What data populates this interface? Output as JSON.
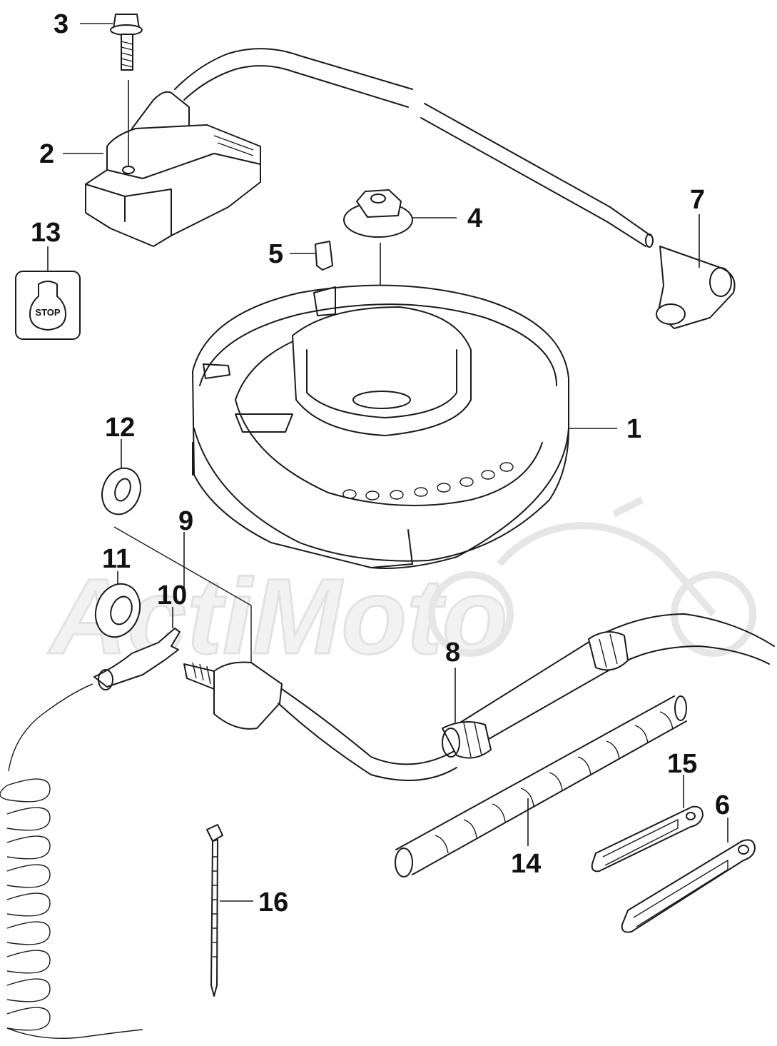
{
  "watermark": {
    "text": "ActiMoto"
  },
  "stop_button": {
    "label": "STOP"
  },
  "callouts": [
    {
      "id": "1",
      "label": "1"
    },
    {
      "id": "2",
      "label": "2"
    },
    {
      "id": "3",
      "label": "3"
    },
    {
      "id": "4",
      "label": "4"
    },
    {
      "id": "5",
      "label": "5"
    },
    {
      "id": "6",
      "label": "6"
    },
    {
      "id": "7",
      "label": "7"
    },
    {
      "id": "8",
      "label": "8"
    },
    {
      "id": "9",
      "label": "9"
    },
    {
      "id": "10",
      "label": "10"
    },
    {
      "id": "11",
      "label": "11"
    },
    {
      "id": "12",
      "label": "12"
    },
    {
      "id": "13",
      "label": "13"
    },
    {
      "id": "14",
      "label": "14"
    },
    {
      "id": "15",
      "label": "15"
    },
    {
      "id": "16",
      "label": "16"
    }
  ]
}
